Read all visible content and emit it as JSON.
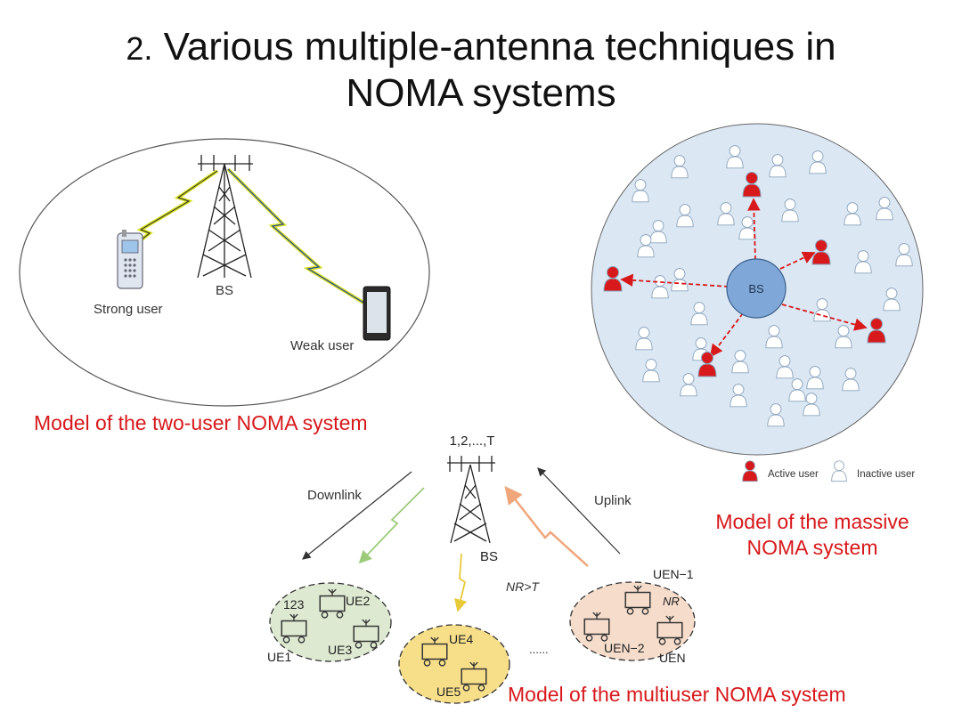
{
  "title": {
    "number": "2.",
    "line1": "Various multiple-antenna techniques in",
    "line2": "NOMA systems"
  },
  "two_user": {
    "bs_label": "BS",
    "strong_label": "Strong user",
    "weak_label": "Weak user",
    "caption": "Model of the two-user NOMA system"
  },
  "massive": {
    "bs_label": "BS",
    "legend_active": "Active user",
    "legend_inactive": "Inactive user",
    "caption_line1": "Model of the massive",
    "caption_line2": "NOMA system"
  },
  "multiuser": {
    "antenna_label": "1,2,...,T",
    "bs_label": "BS",
    "downlink": "Downlink",
    "uplink": "Uplink",
    "nr_condition": "NR>T",
    "nr_label": "NR",
    "ue_numbers": "123",
    "ellipsis": "......",
    "ue1": "UE1",
    "ue2": "UE2",
    "ue3": "UE3",
    "ue4": "UE4",
    "ue5": "UE5",
    "ue_n1": "UEN−1",
    "ue_n2": "UEN−2",
    "ue_n": "UEN",
    "caption": "Model of the multiuser NOMA system"
  },
  "colors": {
    "active": "#d7191c",
    "inactive_fill": "#ffffff",
    "massive_bg": "#dbe8f4",
    "bs_circle": "#7fa8d8",
    "green_cluster": "#dde9d1",
    "yellow_cluster": "#f7df8a",
    "orange_cluster": "#f6dccb"
  }
}
